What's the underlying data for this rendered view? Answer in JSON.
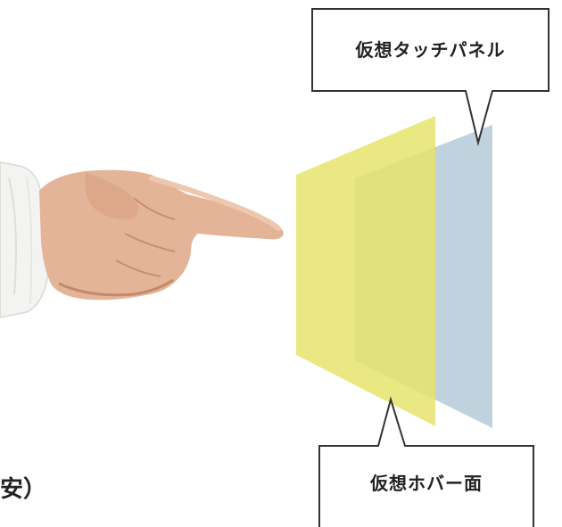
{
  "callouts": {
    "virtual_touch_panel": "仮想タッチパネル",
    "virtual_hover_plane": "仮想ホバー面"
  },
  "caption_fragment": "安）",
  "colors": {
    "hover_plane": "#E6E46C",
    "touch_panel": "#BFD2DD",
    "overlap": "#CDD38F",
    "callout_border": "#333333",
    "skin": "#E3B497",
    "sleeve": "#F3F3F1"
  },
  "illustration": {
    "subject": "pointing-hand"
  }
}
